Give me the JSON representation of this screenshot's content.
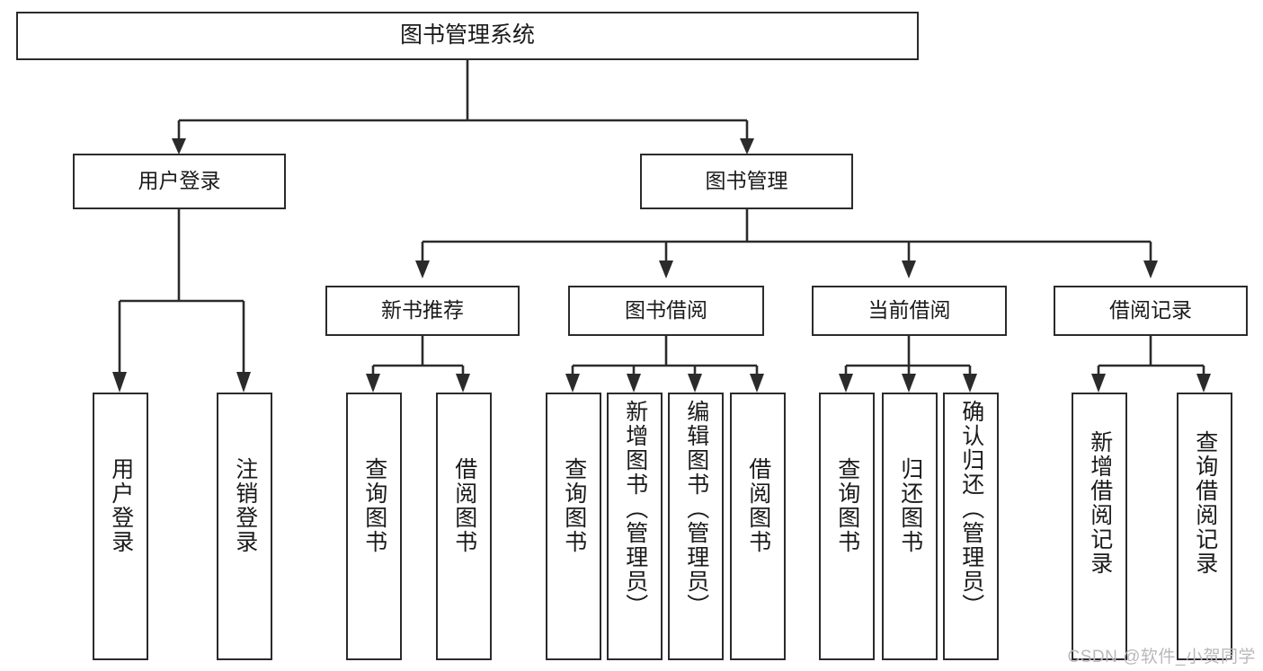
{
  "diagram": {
    "title": "图书管理系统",
    "type": "tree-hierarchy-chart",
    "watermark": "CSDN @软件_小贺同学",
    "colors": {
      "stroke": "#2b2b2b",
      "box_fill": "#ffffff",
      "text": "#1a1a1a",
      "background": "#ffffff",
      "watermark": "#b9b9b9"
    },
    "root": {
      "id": "root",
      "label": "图书管理系统"
    },
    "level1": [
      {
        "id": "user-login",
        "label": "用户登录"
      },
      {
        "id": "book-management",
        "label": "图书管理"
      }
    ],
    "level2": [
      {
        "id": "new-book-recommend",
        "label": "新书推荐",
        "parent": "book-management"
      },
      {
        "id": "book-borrow",
        "label": "图书借阅",
        "parent": "book-management"
      },
      {
        "id": "current-borrow",
        "label": "当前借阅",
        "parent": "book-management"
      },
      {
        "id": "borrow-record",
        "label": "借阅记录",
        "parent": "book-management"
      }
    ],
    "leaves": [
      {
        "id": "leaf-user-login",
        "label": "用户登录",
        "parent": "user-login"
      },
      {
        "id": "leaf-user-logout",
        "label": "注销登录",
        "parent": "user-login"
      },
      {
        "id": "leaf-query-book-1",
        "label": "查询图书",
        "parent": "new-book-recommend"
      },
      {
        "id": "leaf-borrow-book-1",
        "label": "借阅图书",
        "parent": "new-book-recommend"
      },
      {
        "id": "leaf-query-book-2",
        "label": "查询图书",
        "parent": "book-borrow"
      },
      {
        "id": "leaf-add-book",
        "label": "新增图书（管理员）",
        "parent": "book-borrow"
      },
      {
        "id": "leaf-edit-book",
        "label": "编辑图书（管理员）",
        "parent": "book-borrow"
      },
      {
        "id": "leaf-borrow-book-2",
        "label": "借阅图书",
        "parent": "book-borrow"
      },
      {
        "id": "leaf-query-book-3",
        "label": "查询图书",
        "parent": "current-borrow"
      },
      {
        "id": "leaf-return-book",
        "label": "归还图书",
        "parent": "current-borrow"
      },
      {
        "id": "leaf-confirm-return",
        "label": "确认归还（管理员）",
        "parent": "current-borrow"
      },
      {
        "id": "leaf-add-record",
        "label": "新增借阅记录",
        "parent": "borrow-record"
      },
      {
        "id": "leaf-query-record",
        "label": "查询借阅记录",
        "parent": "borrow-record"
      }
    ]
  }
}
